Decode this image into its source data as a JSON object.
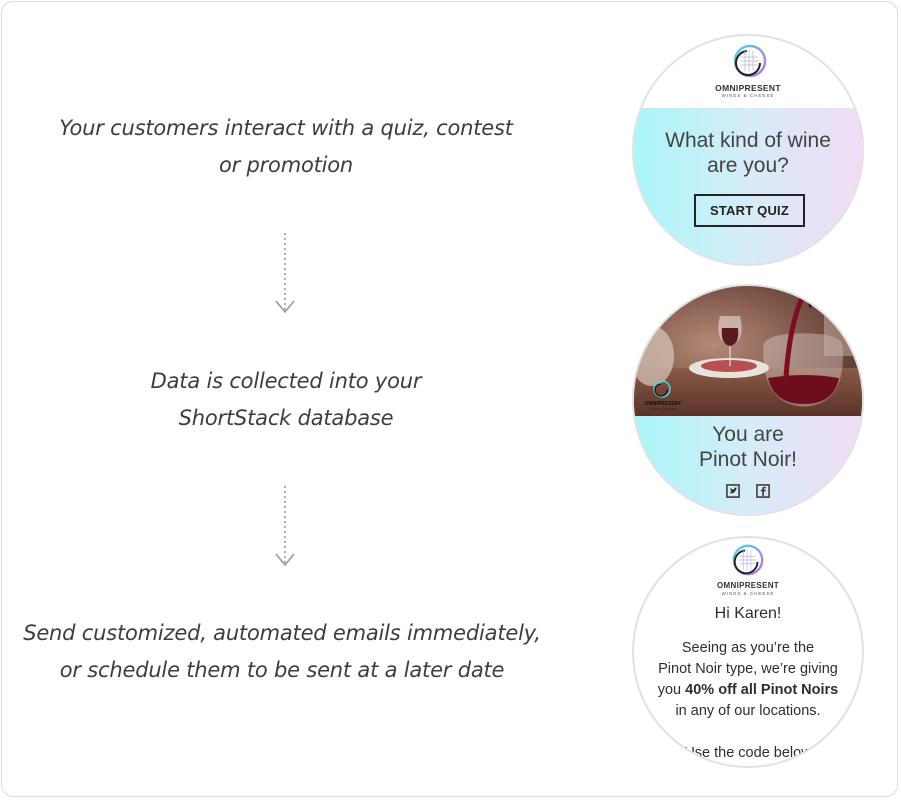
{
  "steps": [
    {
      "line1": "Your customers interact with a quiz, contest",
      "line2": "or promotion"
    },
    {
      "line1": "Data is collected into your",
      "line2": "ShortStack database"
    },
    {
      "line1": "Send customized, automated emails immediately,",
      "line2": "or schedule them to be sent at a later date"
    }
  ],
  "brand": {
    "name": "OMNIPRESENT",
    "tagline": "WINES & CHEESE"
  },
  "quiz": {
    "question_line1": "What kind of wine",
    "question_line2": "are you?",
    "button": "START QUIZ"
  },
  "result": {
    "line1": "You are",
    "line2": "Pinot Noir!",
    "share_icons": [
      "twitter-icon",
      "facebook-icon"
    ]
  },
  "email": {
    "greeting": "Hi Karen!",
    "line1": "Seeing as you’re the",
    "line2": "Pinot Noir type, we’re giving",
    "line3_prefix": "you ",
    "line3_bold": "40% off all Pinot Noirs",
    "line4": "in any of our locations.",
    "code_line": "Use the code below"
  },
  "colors": {
    "gradient_start": "#a9f6f8",
    "gradient_end": "#f1dcf6",
    "text": "#3d3d3d"
  }
}
